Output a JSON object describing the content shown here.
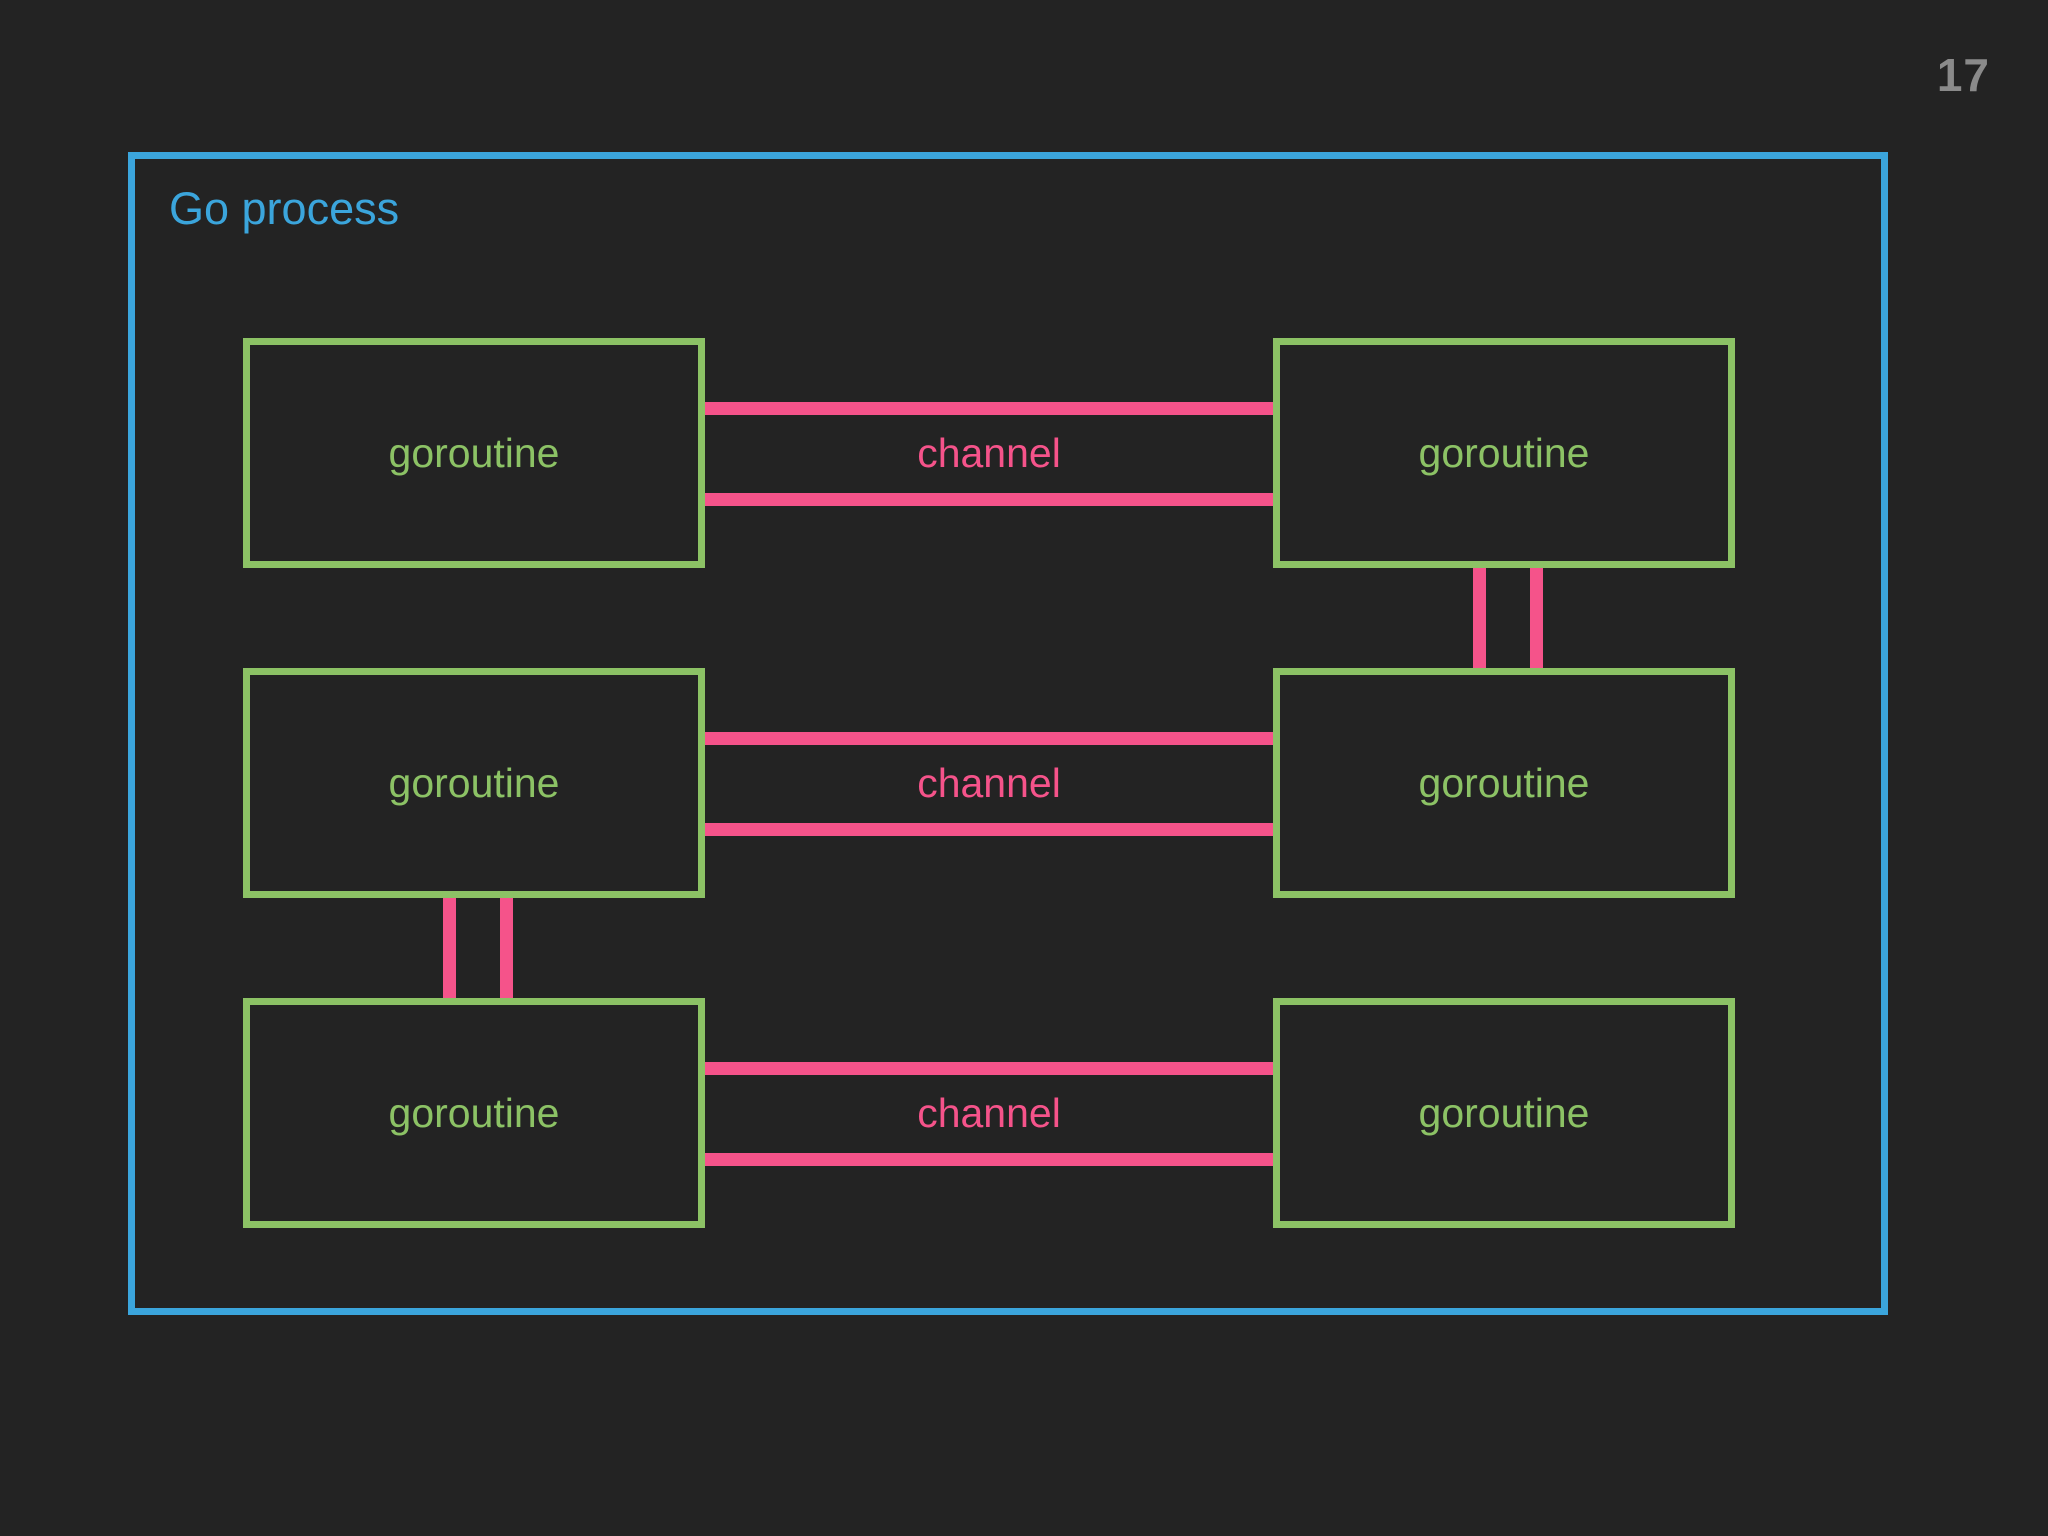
{
  "slide": {
    "page_number": "17",
    "background_color": "#232323"
  },
  "panel": {
    "title": "Go process",
    "border_color": "#3BA5DC",
    "title_color": "#3BA5DC"
  },
  "colors": {
    "goroutine": "#8CC265",
    "channel": "#F5538A",
    "process": "#3BA5DC",
    "background": "#232323",
    "page_number": "#8a8a8a"
  },
  "diagram": {
    "type": "block-diagram",
    "goroutines": [
      {
        "id": "goroutine-r1c1",
        "label": "goroutine",
        "row": 1,
        "column": "left"
      },
      {
        "id": "goroutine-r1c2",
        "label": "goroutine",
        "row": 1,
        "column": "right"
      },
      {
        "id": "goroutine-r2c1",
        "label": "goroutine",
        "row": 2,
        "column": "left"
      },
      {
        "id": "goroutine-r2c2",
        "label": "goroutine",
        "row": 2,
        "column": "right"
      },
      {
        "id": "goroutine-r3c1",
        "label": "goroutine",
        "row": 3,
        "column": "left"
      },
      {
        "id": "goroutine-r3c2",
        "label": "goroutine",
        "row": 3,
        "column": "right"
      }
    ],
    "channels": [
      {
        "id": "channel-row-1",
        "label": "channel",
        "from": "goroutine-r1c1",
        "to": "goroutine-r1c2",
        "orientation": "horizontal"
      },
      {
        "id": "channel-row-2",
        "label": "channel",
        "from": "goroutine-r2c1",
        "to": "goroutine-r2c2",
        "orientation": "horizontal"
      },
      {
        "id": "channel-row-3",
        "label": "channel",
        "from": "goroutine-r3c1",
        "to": "goroutine-r3c2",
        "orientation": "horizontal"
      }
    ],
    "connectors": [
      {
        "id": "connector-right-1-2",
        "from": "goroutine-r1c2",
        "to": "goroutine-r2c2",
        "orientation": "vertical"
      },
      {
        "id": "connector-left-2-3",
        "from": "goroutine-r2c1",
        "to": "goroutine-r3c1",
        "orientation": "vertical"
      }
    ]
  }
}
